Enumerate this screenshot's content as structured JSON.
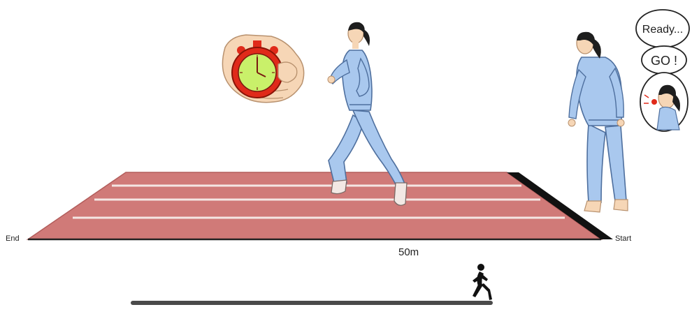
{
  "labels": {
    "end": "End",
    "start": "Start",
    "distance": "50m"
  },
  "bubbles": {
    "ready": "Ready...",
    "go": "GO !"
  },
  "colors": {
    "track": "#d07a78",
    "track_light": "#dc908d",
    "lane_line": "#f4e6e3",
    "start_line": "#111111",
    "tracksuit": "#a9c8ee",
    "tracksuit_shade": "#6f95c8",
    "stopwatch": "#e02a1a",
    "stopwatch_face": "#c9f06a",
    "hand": "#f6d6b6",
    "progress_bar": "#4a4a4a"
  },
  "icons": [
    "stopwatch-icon",
    "runner-silhouette-icon",
    "whistle-bubble-icon"
  ]
}
